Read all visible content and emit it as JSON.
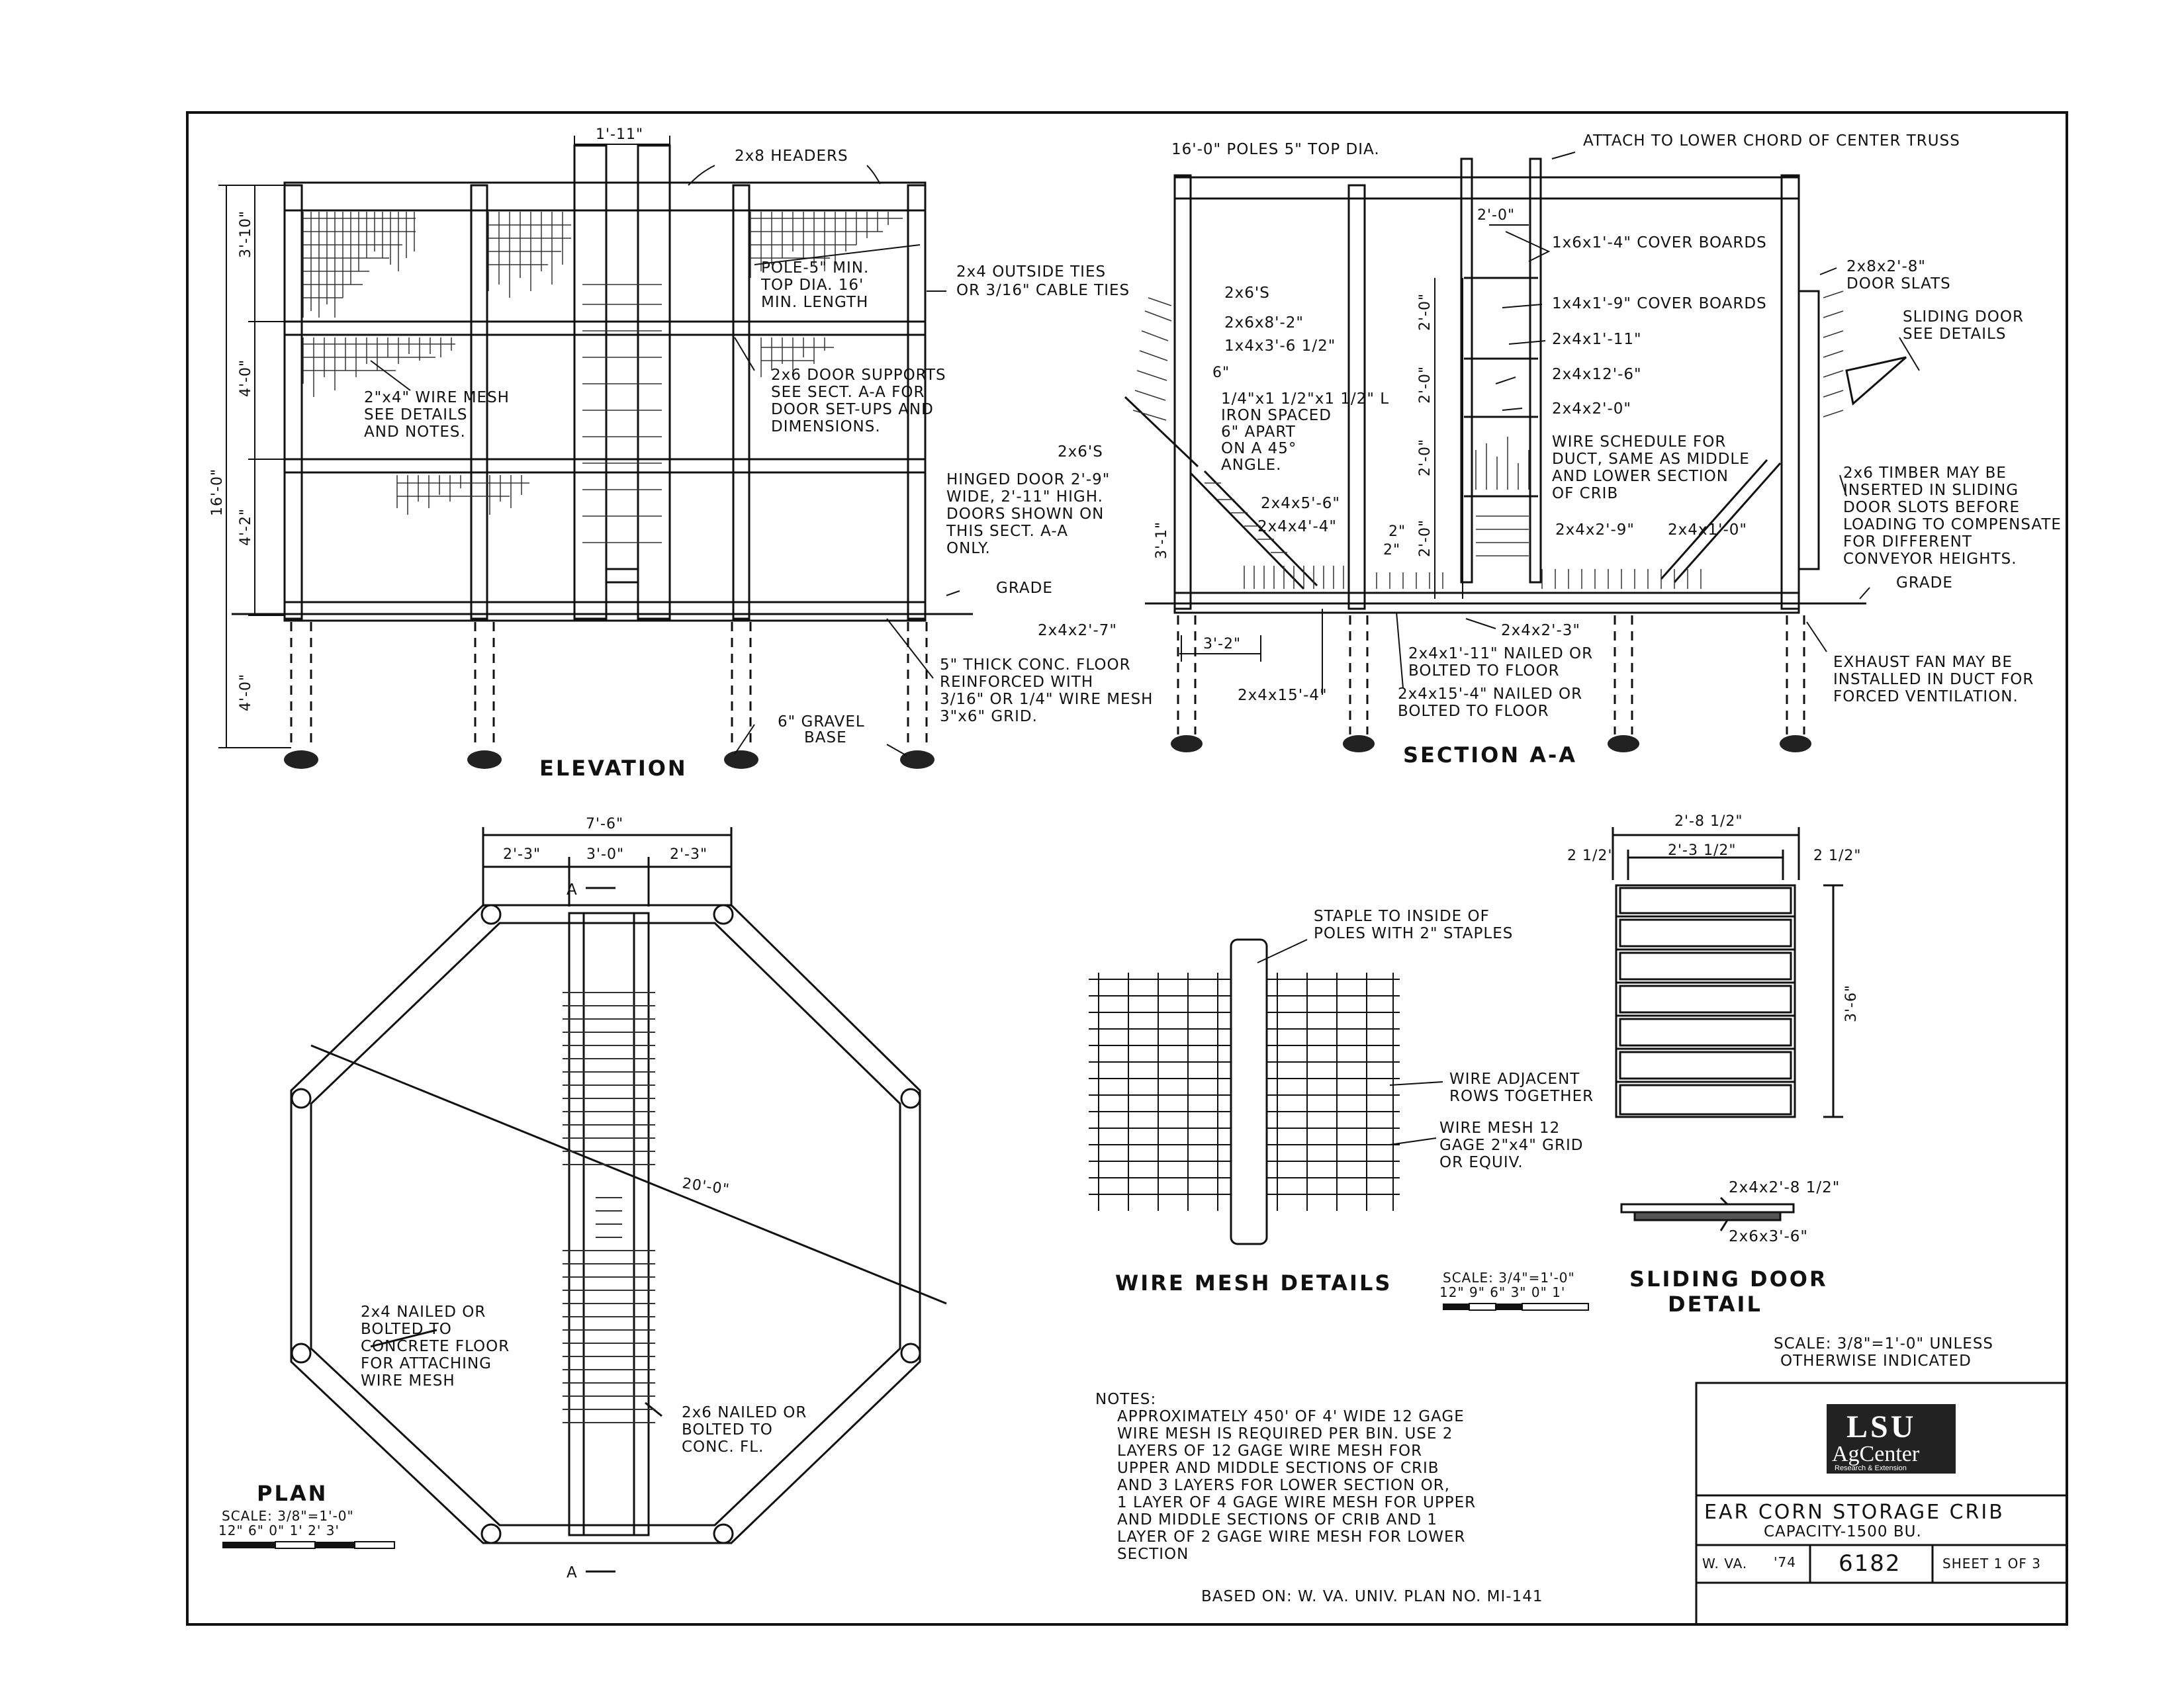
{
  "elevation": {
    "title": "ELEVATION",
    "dims": {
      "top_width": "1'-11\"",
      "h_total": "16'-0\"",
      "h1": "3'-10\"",
      "h2": "4'-0\"",
      "h3": "4'-2\"",
      "h4": "4'-0\""
    },
    "notes": {
      "headers": "2x8 HEADERS",
      "pole": [
        "POLE-5\" MIN.",
        "TOP DIA. 16'",
        "MIN. LENGTH"
      ],
      "ties": [
        "2x4 OUTSIDE TIES",
        "OR 3/16\" CABLE TIES"
      ],
      "door_supports": [
        "2x6 DOOR SUPPORTS",
        "SEE SECT. A-A FOR",
        "DOOR SET-UPS AND",
        "DIMENSIONS."
      ],
      "mesh": [
        "2\"x4\" WIRE MESH",
        "SEE DETAILS",
        "AND NOTES."
      ],
      "grade": "GRADE",
      "floor": [
        "5\" THICK CONC. FLOOR",
        "REINFORCED WITH",
        "3/16\" OR 1/4\" WIRE MESH",
        "3\"x6\" GRID."
      ],
      "gravel": [
        "6\" GRAVEL",
        "BASE"
      ]
    }
  },
  "section": {
    "title": "SECTION A-A",
    "notes": {
      "poles": "16'-0\" POLES 5\" TOP DIA.",
      "attach": "ATTACH TO LOWER CHORD OF CENTER TRUSS",
      "w2": "2'-0\"",
      "cover1": "1x6x1'-4\" COVER BOARDS",
      "cover2": "1x4x1'-9\" COVER BOARDS",
      "s2x6s_a": "2x6'S",
      "s2x6x8": "2x6x8'-2\"",
      "s1x4x3": "1x4x3'-6 1/2\"",
      "six": "6\"",
      "iron": [
        "1/4\"x1 1/2\"x1 1/2\" L",
        "IRON SPACED",
        "6\" APART",
        "ON A 45°",
        "ANGLE."
      ],
      "s2x6s_b": "2x6'S",
      "hinged": [
        "HINGED DOOR 2'-9\"",
        "WIDE, 2'-11\" HIGH.",
        "DOORS SHOWN ON",
        "THIS SECT. A-A",
        "ONLY."
      ],
      "s2x4x1_11": "2x4x1'-11\"",
      "s2x4x12_6": "2x4x12'-6\"",
      "s2x4x2_0": "2x4x2'-0\"",
      "wire_sched": [
        "WIRE SCHEDULE FOR",
        "DUCT, SAME AS MIDDLE",
        "AND LOWER SECTION",
        "OF CRIB"
      ],
      "s2x4x5_6": "2x4x5'-6\"",
      "s2x4x4_4": "2x4x4'-4\"",
      "s2in_a": "2\"",
      "s2in_b": "2\"",
      "s2x4x2_9": "2x4x2'-9\"",
      "s2x4x1_0": "2x4x1'-0\"",
      "h3_1": "3'-1\"",
      "s2x4x2_7": "2x4x2'-7\"",
      "s2x4x2_3": "2x4x2'-3\"",
      "w3_2": "3'-2\"",
      "nailed1": [
        "2x4x1'-11\" NAILED OR",
        "BOLTED TO FLOOR"
      ],
      "s2x4x15_4": "2x4x15'-4\"",
      "nailed2": [
        "2x4x15'-4\" NAILED OR",
        "BOLTED TO FLOOR"
      ],
      "door_slats": [
        "2x8x2'-8\"",
        "DOOR SLATS"
      ],
      "sliding": [
        "SLIDING DOOR",
        "SEE DETAILS"
      ],
      "timber": [
        "2x6 TIMBER MAY BE",
        "INSERTED IN SLIDING",
        "DOOR SLOTS BEFORE",
        "LOADING TO COMPENSATE",
        "FOR DIFFERENT",
        "CONVEYOR HEIGHTS."
      ],
      "grade": "GRADE",
      "exhaust": [
        "EXHAUST FAN MAY BE",
        "INSTALLED IN DUCT FOR",
        "FORCED VENTILATION."
      ],
      "v1": "2'-0\"",
      "v2": "2'-0\"",
      "v3": "2'-0\"",
      "v4": "2'-0\""
    }
  },
  "plan": {
    "title": "PLAN",
    "scale": "SCALE: 3/8\"=1'-0\"",
    "scale_ticks": "12\" 6\" 0\"   1'   2'   3'",
    "dims": {
      "total": "7'-6\"",
      "left": "2'-3\"",
      "mid": "3'-0\"",
      "right": "2'-3\"",
      "diag": "20'-0\""
    },
    "section_mark": "A",
    "notes": {
      "left": [
        "2x4 NAILED OR",
        "BOLTED TO",
        "CONCRETE FLOOR",
        "FOR ATTACHING",
        "WIRE MESH"
      ],
      "right": [
        "2x6 NAILED OR",
        "BOLTED TO",
        "CONC. FL."
      ]
    }
  },
  "wire_mesh": {
    "title": "WIRE MESH DETAILS",
    "scale": "SCALE: 3/4\"=1'-0\"",
    "scale_ticks": "12\" 9\" 6\" 3\" 0\"        1'",
    "notes": {
      "staple": [
        "STAPLE TO INSIDE OF",
        "POLES WITH 2\" STAPLES"
      ],
      "adjacent": [
        "WIRE ADJACENT",
        "ROWS TOGETHER"
      ],
      "mesh": [
        "WIRE MESH 12",
        "GAGE 2\"x4\" GRID",
        "OR EQUIV."
      ]
    }
  },
  "sliding_door": {
    "title": [
      "SLIDING DOOR",
      "DETAIL"
    ],
    "dims": {
      "overall": "2'-8 1/2\"",
      "inner": "2'-3 1/2\"",
      "side_l": "2 1/2\"",
      "side_r": "2 1/2\"",
      "height": "3'-6\""
    },
    "notes": {
      "top": "2x4x2'-8 1/2\"",
      "bottom": "2x6x3'-6\""
    }
  },
  "general_notes": {
    "heading": "NOTES:",
    "lines": [
      "APPROXIMATELY 450' OF 4' WIDE 12 GAGE",
      "WIRE MESH IS REQUIRED PER BIN. USE 2",
      "LAYERS OF 12 GAGE WIRE MESH FOR",
      "UPPER AND MIDDLE SECTIONS OF CRIB",
      "AND 3 LAYERS FOR LOWER SECTION OR,",
      "1 LAYER OF 4 GAGE WIRE MESH FOR UPPER",
      "AND MIDDLE SECTIONS OF CRIB AND 1",
      "LAYER OF 2 GAGE WIRE MESH FOR LOWER",
      "SECTION"
    ],
    "based_on": "BASED ON: W. VA. UNIV. PLAN NO. MI-141",
    "scale_note": [
      "SCALE: 3/8\"=1'-0\" UNLESS",
      "OTHERWISE INDICATED"
    ]
  },
  "title_block": {
    "logo_main": "LSU",
    "logo_sub": "AgCenter",
    "logo_tag": "Research & Extension",
    "title": "EAR CORN STORAGE CRIB",
    "capacity": "CAPACITY-1500 BU.",
    "state": "W. VA.",
    "year": "'74",
    "plan_no": "6182",
    "sheet": "SHEET 1 OF 3"
  },
  "colors": {
    "ink": "#111111",
    "paper": "#ffffff",
    "logo_bg": "#222222"
  }
}
